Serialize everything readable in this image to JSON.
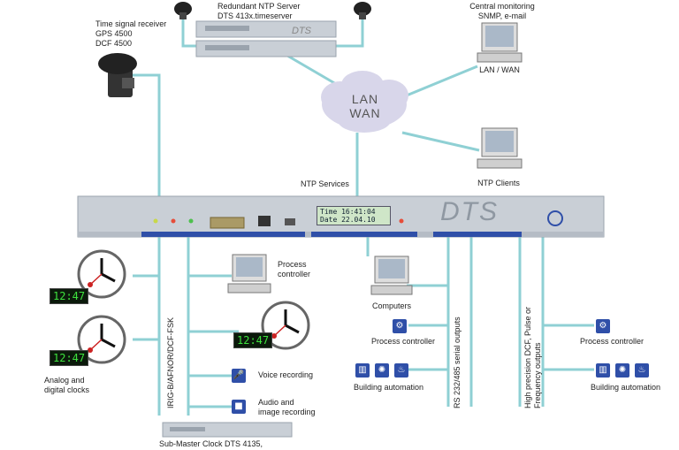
{
  "labels": {
    "time_receiver": [
      "Time signal receiver",
      "GPS 4500",
      "DCF 4500"
    ],
    "ntp_server": [
      "Redundant NTP Server",
      "DTS 413x.timeserver"
    ],
    "monitoring": [
      "Central monitoring",
      "SNMP, e-mail"
    ],
    "lan_wan_pc": "LAN / WAN",
    "cloud": [
      "LAN",
      "WAN"
    ],
    "ntp_services": "NTP Services",
    "ntp_clients": "NTP Clients",
    "process_controller_top": [
      "Process",
      "controller"
    ],
    "computers": "Computers",
    "process_controller_mid": "Process controller",
    "process_controller_right": "Process controller",
    "building_auto_mid": "Building automation",
    "building_auto_right": "Building automation",
    "analog_clocks": [
      "Analog and",
      "digital clocks"
    ],
    "voice_recording": "Voice recording",
    "audio_image": [
      "Audio and",
      "image recording"
    ],
    "sub_master": "Sub-Master Clock DTS 4135,",
    "irig": "IRIG-B/AFNOR/DCF-FSK",
    "rs232": "RS 232/485 serial outputs",
    "high_precision": [
      "High precision DCF, Pulse or",
      "Frequency outputs"
    ]
  },
  "device": {
    "brand": "DTS",
    "lcd_line1": "Time   16:41:04",
    "lcd_line2": "Date   22.04.10",
    "server_brand": "DTS"
  },
  "clocks": {
    "digital_display": "12:47"
  },
  "colors": {
    "line": "#8fd0d4",
    "rack": "#c9cfd6",
    "rack_dark": "#9aa3ad",
    "icon_blue": "#2f4fa8"
  },
  "icons": {
    "gear": "gear-icon",
    "microphone": "microphone-icon",
    "camera": "video-camera-icon",
    "building": "building-automation-icons"
  }
}
